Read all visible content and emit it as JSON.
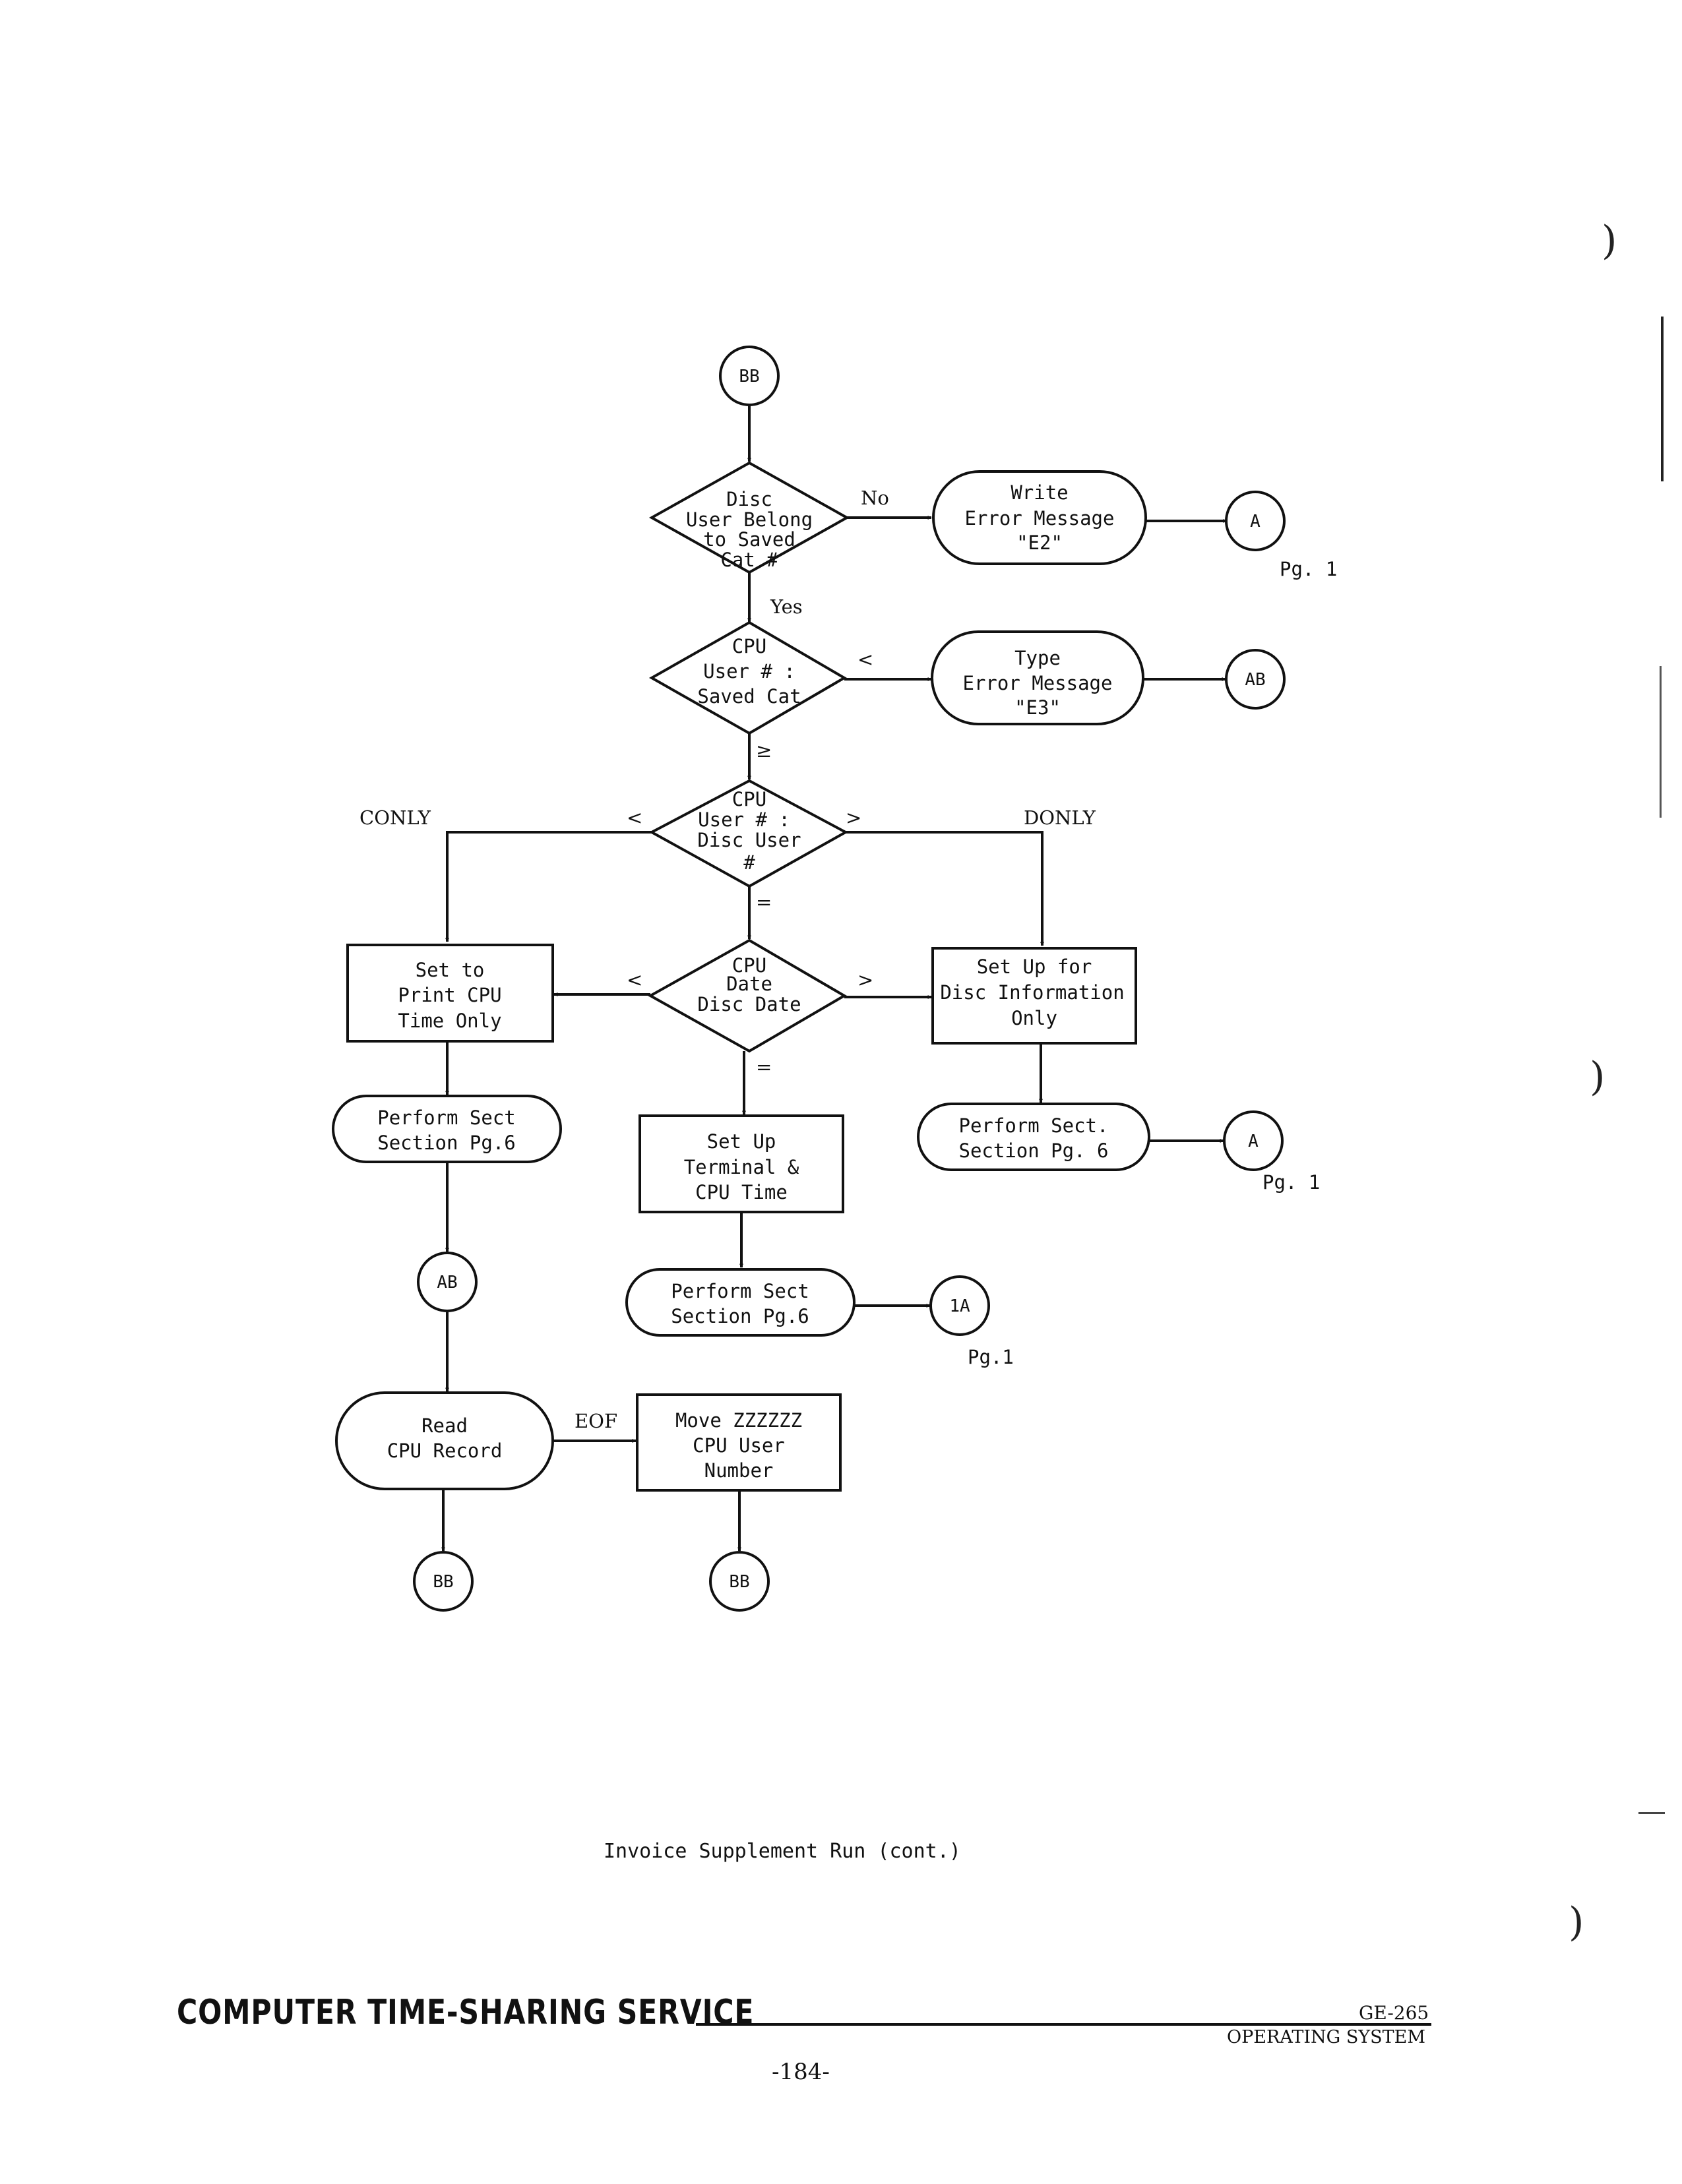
{
  "connectors": {
    "bb_top": "BB",
    "a_no": "A",
    "ab_lt": "AB",
    "a_gt": "A",
    "ab_left": "AB",
    "one_a": "1A",
    "bb_read": "BB",
    "bb_move": "BB"
  },
  "page_refs": {
    "a_no": "Pg. 1",
    "a_gt": "Pg. 1",
    "one_a": "Pg.1"
  },
  "decisions": {
    "disc_user": [
      "Disc",
      "User Belong",
      "to Saved",
      "Cat #"
    ],
    "cpu_saved": [
      "CPU",
      "User # :",
      "Saved Cat"
    ],
    "cpu_disc": [
      "CPU",
      "User # :",
      "Disc User",
      "#"
    ],
    "cpu_date": [
      "CPU",
      "Date",
      "Disc Date"
    ]
  },
  "terminals": {
    "write_e2": [
      "Write",
      "Error Message",
      "\"E2\""
    ],
    "type_e3": [
      "Type",
      "Error Message",
      "\"E3\""
    ],
    "perform_left": [
      "Perform Sect",
      "Section Pg.6"
    ],
    "perform_right": [
      "Perform Sect.",
      "Section Pg. 6"
    ],
    "perform_center": [
      "Perform Sect",
      "Section Pg.6"
    ],
    "read_cpu": [
      "Read",
      "CPU Record"
    ]
  },
  "processes": {
    "print_cpu": [
      "Set to",
      "Print CPU",
      "Time Only"
    ],
    "disc_info": [
      "Set Up for",
      "Disc Information",
      "Only"
    ],
    "terminal_cpu": [
      "Set Up",
      "Terminal &",
      "CPU Time"
    ],
    "move_z": [
      "Move ZZZZZZ",
      "CPU User",
      "Number"
    ]
  },
  "edge_labels": {
    "no": "No",
    "yes": "Yes",
    "lt_saved": "<",
    "ge_saved": "≥",
    "lt_disc": "<",
    "gt_disc": ">",
    "eq_disc": "=",
    "lt_date": "<",
    "gt_date": ">",
    "eq_date": "=",
    "conly": "CONLY",
    "donly": "DONLY",
    "eof": "EOF"
  },
  "caption": "Invoice Supplement Run (cont.)",
  "footer": {
    "brand": "COMPUTER TIME-SHARING SERVICE",
    "model": "GE-265",
    "system": "OPERATING SYSTEM",
    "page_number": "-184-"
  }
}
